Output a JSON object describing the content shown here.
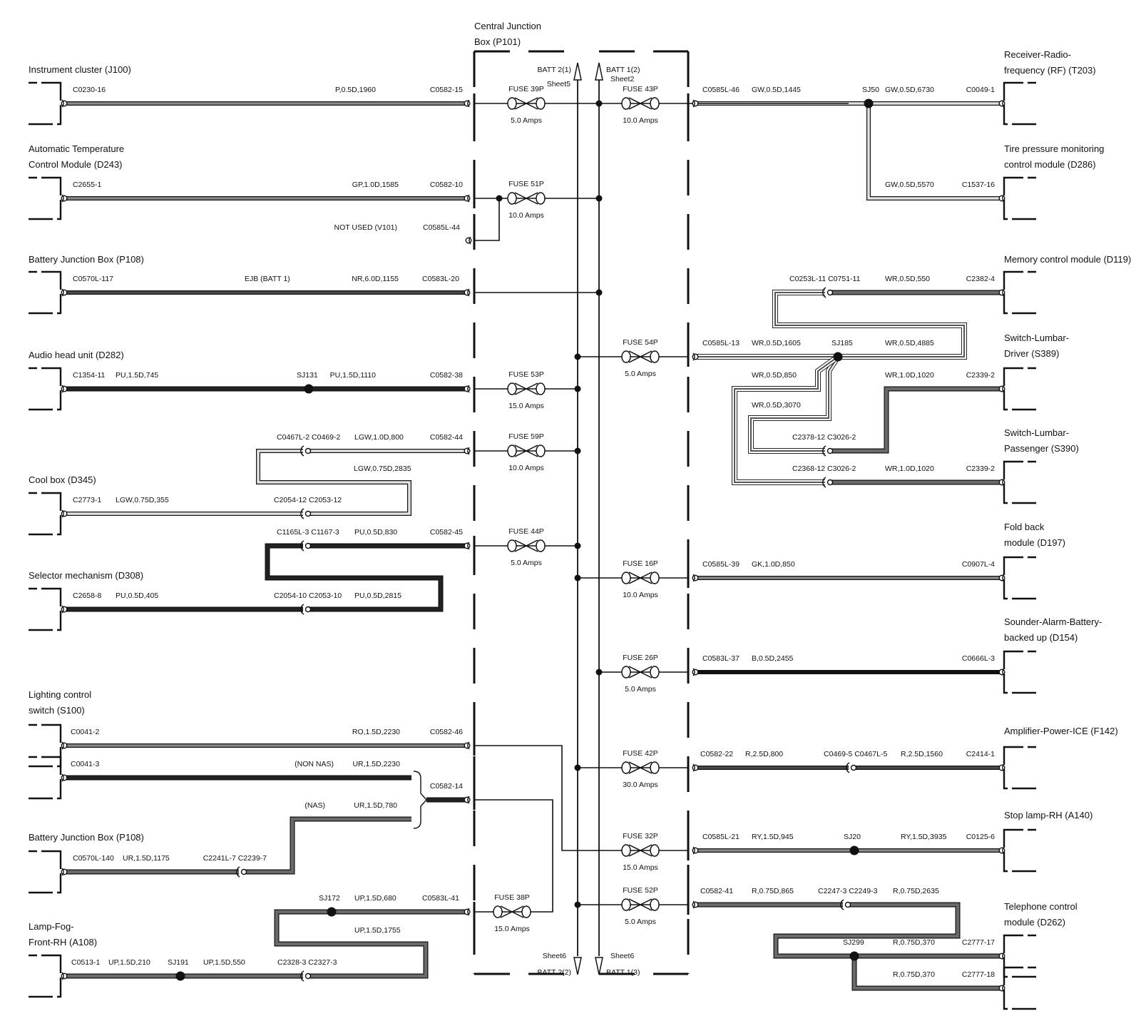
{
  "center_box": {
    "title1": "Central Junction",
    "title2": "Box (P101)"
  },
  "rails": {
    "batt2_top": "BATT 2(1)",
    "sheet5": "Sheet5",
    "batt1_top": "BATT 1(2)",
    "sheet2": "Sheet2",
    "sheet6_left": "Sheet6",
    "batt2_bottom": "BATT 2(2)",
    "sheet6_right": "Sheet6",
    "batt1_bottom": "BATT 1(3)"
  },
  "fuses": [
    {
      "name": "FUSE 39P",
      "amps": "5.0 Amps"
    },
    {
      "name": "FUSE 43P",
      "amps": "10.0 Amps"
    },
    {
      "name": "FUSE 51P",
      "amps": "10.0 Amps"
    },
    {
      "name": "FUSE 54P",
      "amps": "5.0 Amps"
    },
    {
      "name": "FUSE 53P",
      "amps": "15.0 Amps"
    },
    {
      "name": "FUSE 59P",
      "amps": "10.0 Amps"
    },
    {
      "name": "FUSE 44P",
      "amps": "5.0 Amps"
    },
    {
      "name": "FUSE 16P",
      "amps": "10.0 Amps"
    },
    {
      "name": "FUSE 26P",
      "amps": "5.0 Amps"
    },
    {
      "name": "FUSE 42P",
      "amps": "30.0 Amps"
    },
    {
      "name": "FUSE 32P",
      "amps": "15.0 Amps"
    },
    {
      "name": "FUSE 52P",
      "amps": "5.0 Amps"
    },
    {
      "name": "FUSE 38P",
      "amps": "15.0 Amps"
    }
  ],
  "components": [
    {
      "lines": [
        "Instrument cluster (J100)"
      ]
    },
    {
      "lines": [
        "Automatic Temperature",
        "Control Module (D243)"
      ]
    },
    {
      "lines": [
        "Battery Junction Box (P108)"
      ]
    },
    {
      "lines": [
        "Audio head unit (D282)"
      ]
    },
    {
      "lines": [
        "Cool box (D345)"
      ]
    },
    {
      "lines": [
        "Selector mechanism (D308)"
      ]
    },
    {
      "lines": [
        "Lighting control",
        "switch (S100)"
      ]
    },
    {
      "lines": [
        "Battery Junction Box (P108)"
      ]
    },
    {
      "lines": [
        "Lamp-Fog-",
        "Front-RH (A108)"
      ]
    },
    {
      "lines": [
        "Receiver-Radio-",
        "frequency (RF) (T203)"
      ]
    },
    {
      "lines": [
        "Tire pressure monitoring",
        "control module (D286)"
      ]
    },
    {
      "lines": [
        "Memory control module (D119)"
      ]
    },
    {
      "lines": [
        "Switch-Lumbar-",
        "Driver (S389)"
      ]
    },
    {
      "lines": [
        "Switch-Lumbar-",
        "Passenger (S390)"
      ]
    },
    {
      "lines": [
        "Fold back",
        "module (D197)"
      ]
    },
    {
      "lines": [
        "Sounder-Alarm-Battery-",
        "backed up (D154)"
      ]
    },
    {
      "lines": [
        "Amplifier-Power-ICE (F142)"
      ]
    },
    {
      "lines": [
        "Stop lamp-RH (A140)"
      ]
    },
    {
      "lines": [
        "Telephone control",
        "module (D262)"
      ]
    }
  ],
  "labels": [
    "C0230-16",
    "P,0.5D,1960",
    "C0582-15",
    "C2655-1",
    "GP,1.0D,1585",
    "C0582-10",
    "NOT USED (V101)",
    "C0585L-44",
    "C0570L-117",
    "EJB (BATT 1)",
    "NR,6.0D,1155",
    "C0583L-20",
    "C1354-11",
    "PU,1.5D,745",
    "SJ131",
    "PU,1.5D,1110",
    "C0582-38",
    "C0467L-2 C0469-2",
    "LGW,1.0D,800",
    "C0582-44",
    "LGW,0.75D,2835",
    "C2773-1",
    "LGW,0.75D,355",
    "C2054-12 C2053-12",
    "C1165L-3 C1167-3",
    "PU,0.5D,830",
    "C0582-45",
    "C2658-8",
    "PU,0.5D,405",
    "C2054-10 C2053-10",
    "PU,0.5D,2815",
    "C0041-2",
    "RO,1.5D,2230",
    "C0582-46",
    "C0041-3",
    "(NON NAS)",
    "UR,1.5D,2230",
    "C0582-14",
    "(NAS)",
    "UR,1.5D,780",
    "C0570L-140",
    "UR,1.5D,1175",
    "C2241L-7 C2239-7",
    "SJ172",
    "UP,1.5D,680",
    "C0583L-41",
    "UP,1.5D,1755",
    "C0513-1",
    "UP,1.5D,210",
    "SJ191",
    "UP,1.5D,550",
    "C2328-3 C2327-3",
    "C0585L-46",
    "GW,0.5D,1445",
    "SJ50",
    "GW,0.5D,6730",
    "C0049-1",
    "GW,0.5D,5570",
    "C1537-16",
    "C0253L-11 C0751-11",
    "WR,0.5D,550",
    "C2382-4",
    "C0585L-13",
    "WR,0.5D,1605",
    "SJ185",
    "WR,0.5D,4885",
    "WR,0.5D,850",
    "WR,1.0D,1020",
    "C2339-2",
    "WR,0.5D,3070",
    "C2378-12 C3026-2",
    "C2368-12 C3026-2",
    "WR,1.0D,1020",
    "C2339-2",
    "C0585L-39",
    "GK,1.0D,850",
    "C0907L-4",
    "C0583L-37",
    "B,0.5D,2455",
    "C0666L-3",
    "C0582-22",
    "R,2.5D,800",
    "C0469-5 C0467L-5",
    "R,2.5D,1560",
    "C2414-1",
    "C0585L-21",
    "RY,1.5D,945",
    "SJ20",
    "RY,1.5D,3935",
    "C0125-6",
    "C0582-41",
    "R,0.75D,865",
    "C2247-3 C2249-3",
    "R,0.75D,2635",
    "SJ299",
    "R,0.75D,370",
    "C2777-17",
    "R,0.75D,370",
    "C2777-18"
  ]
}
